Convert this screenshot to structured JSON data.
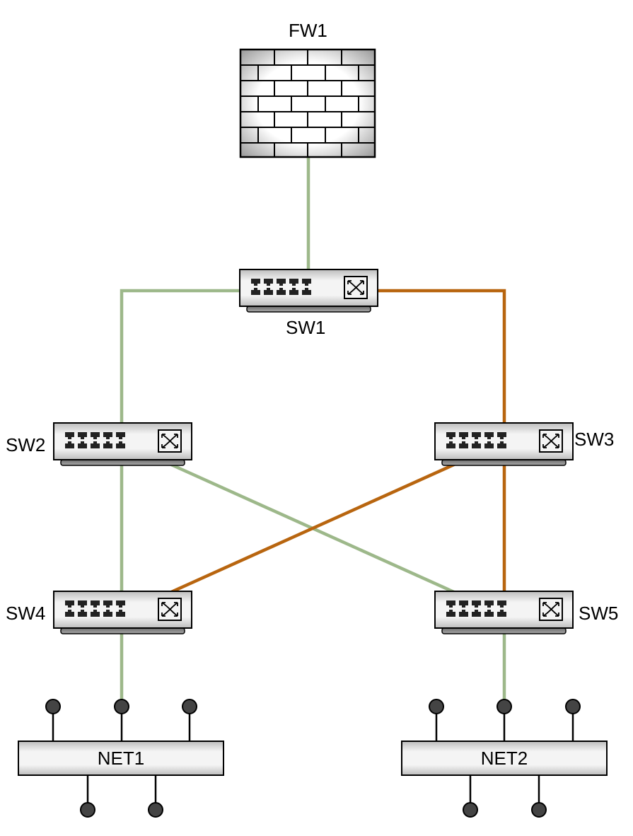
{
  "diagram": {
    "firewall": {
      "label": "FW1",
      "icon": "firewall-icon"
    },
    "switches": [
      {
        "id": "sw1",
        "label": "SW1",
        "icon": "switch-icon"
      },
      {
        "id": "sw2",
        "label": "SW2",
        "icon": "switch-icon"
      },
      {
        "id": "sw3",
        "label": "SW3",
        "icon": "switch-icon"
      },
      {
        "id": "sw4",
        "label": "SW4",
        "icon": "switch-icon"
      },
      {
        "id": "sw5",
        "label": "SW5",
        "icon": "switch-icon"
      }
    ],
    "networks": [
      {
        "id": "net1",
        "label": "NET1",
        "icon": "network-bus-icon"
      },
      {
        "id": "net2",
        "label": "NET2",
        "icon": "network-bus-icon"
      }
    ],
    "links": [
      {
        "from": "fw1",
        "to": "sw1",
        "state": "active"
      },
      {
        "from": "sw1",
        "to": "sw2",
        "state": "active"
      },
      {
        "from": "sw1",
        "to": "sw3",
        "state": "blocked"
      },
      {
        "from": "sw2",
        "to": "sw4",
        "state": "active"
      },
      {
        "from": "sw2",
        "to": "sw5",
        "state": "active"
      },
      {
        "from": "sw3",
        "to": "sw4",
        "state": "blocked"
      },
      {
        "from": "sw3",
        "to": "sw5",
        "state": "blocked"
      },
      {
        "from": "sw4",
        "to": "net1",
        "state": "active"
      },
      {
        "from": "sw5",
        "to": "net2",
        "state": "active"
      }
    ],
    "colors": {
      "active": "#9db88a",
      "blocked": "#b8650f",
      "device_outline": "#000000",
      "device_fill": "#e6e6e6",
      "port": "#333333"
    }
  }
}
